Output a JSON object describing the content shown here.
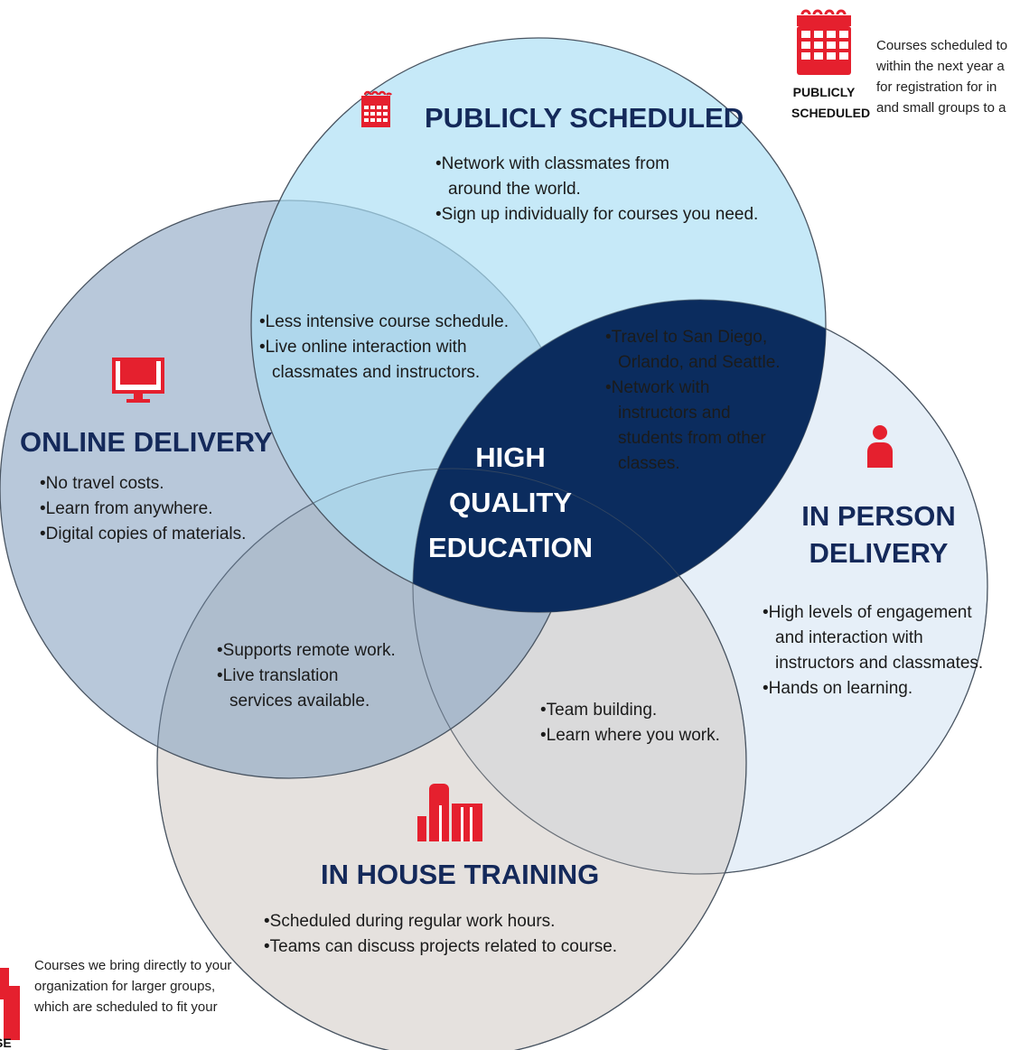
{
  "colors": {
    "accent_red": "#e5202e",
    "title_navy": "#14295a",
    "publicly_circle": "#abdff4",
    "online_circle": "#8ca7c4",
    "inperson_circle": "#dde9f5",
    "inhouse_circle": "#d0c8c2",
    "center_fill": "#0b2c5e"
  },
  "legend_top": {
    "icon": "calendar-icon",
    "label_line1": "PUBLICLY",
    "label_line2": "SCHEDULED",
    "text_lines": [
      "Courses scheduled to",
      "within the next year a",
      "for registration for in",
      "and small groups to a"
    ]
  },
  "legend_bottom": {
    "icon": "building-icon",
    "label_partial": "SE",
    "text_lines": [
      "Courses we bring directly to your",
      "organization for larger groups,",
      "which are scheduled to fit your"
    ]
  },
  "circles": {
    "publicly_scheduled": {
      "icon": "calendar-icon",
      "title": "PUBLICLY SCHEDULED",
      "bullets": [
        "Network with classmates from around the world.",
        "Sign up individually for courses you need."
      ]
    },
    "online_delivery": {
      "icon": "monitor-icon",
      "title": "ONLINE DELIVERY",
      "bullets": [
        "No travel costs.",
        "Learn from anywhere.",
        "Digital copies of materials."
      ]
    },
    "in_person_delivery": {
      "icon": "person-icon",
      "title_line1": "IN PERSON",
      "title_line2": "DELIVERY",
      "bullets": [
        "High levels of engagement and interaction with instructors and classmates.",
        "Hands on learning."
      ]
    },
    "in_house_training": {
      "icon": "building-icon",
      "title": "IN HOUSE TRAINING",
      "bullets": [
        "Scheduled during regular work hours.",
        "Teams can discuss projects related to course."
      ]
    }
  },
  "overlaps": {
    "online_publicly": [
      "Less intensive course schedule.",
      "Live online interaction with classmates and instructors."
    ],
    "publicly_inperson": [
      "Travel to San Diego, Orlando, and Seattle.",
      "Network with instructors and students from other classes."
    ],
    "online_inhouse": [
      "Supports remote work.",
      "Live translation services available."
    ],
    "inhouse_inperson": [
      "Team building.",
      "Learn where you work."
    ]
  },
  "center": {
    "line1": "HIGH",
    "line2": "QUALITY",
    "line3": "EDUCATION"
  }
}
